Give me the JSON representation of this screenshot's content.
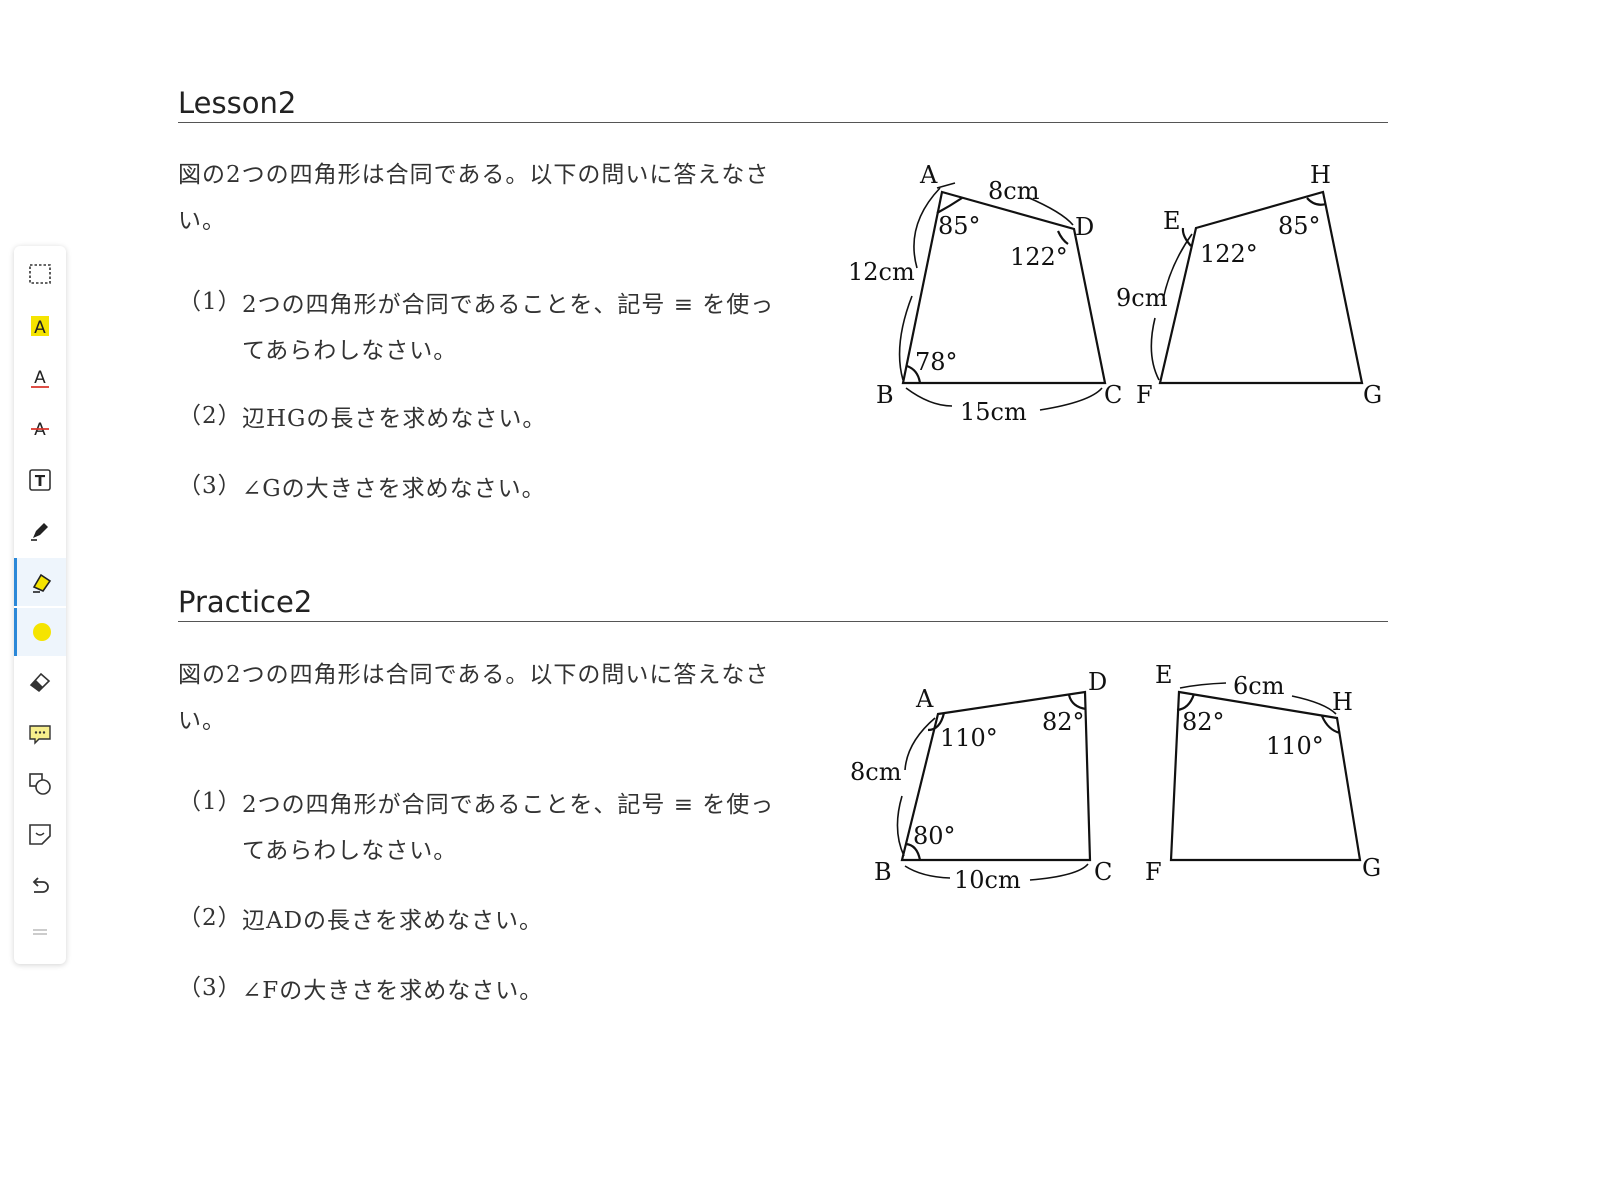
{
  "toolbar": {
    "tools": [
      {
        "name": "select-rect",
        "icon": "dashed-rectangle-icon"
      },
      {
        "name": "highlight-text",
        "icon": "highlight-a-icon"
      },
      {
        "name": "underline-text",
        "icon": "underline-a-icon"
      },
      {
        "name": "strikethrough-text",
        "icon": "strikethrough-a-icon"
      },
      {
        "name": "text-box",
        "icon": "text-box-icon"
      },
      {
        "name": "pen",
        "icon": "pen-icon"
      },
      {
        "name": "highlighter",
        "icon": "highlighter-icon",
        "selected": true
      },
      {
        "name": "color",
        "icon": "yellow-dot-icon",
        "color": "#f5e400"
      },
      {
        "name": "eraser",
        "icon": "eraser-icon"
      },
      {
        "name": "comment",
        "icon": "comment-icon"
      },
      {
        "name": "shapes",
        "icon": "shapes-icon"
      },
      {
        "name": "sticker",
        "icon": "sticker-icon"
      },
      {
        "name": "undo",
        "icon": "undo-icon"
      },
      {
        "name": "more",
        "icon": "drag-handle-icon"
      }
    ],
    "accent": "#2b88d8",
    "highlight_color": "#f5e400"
  },
  "lesson": {
    "title": "Lesson2",
    "intro": [
      "図の2つの四角形は合同である。以下の問いに答えなさ",
      "い。"
    ],
    "questions": [
      {
        "num": "（1）",
        "lines": [
          "2つの四角形が合同であることを、記号 ≡ を使っ",
          "てあらわしなさい。"
        ]
      },
      {
        "num": "（2）",
        "lines": [
          "辺HGの長さを求めなさい。"
        ]
      },
      {
        "num": "（3）",
        "lines": [
          "∠Gの大きさを求めなさい。"
        ]
      }
    ],
    "figure": {
      "labels": {
        "A": "A",
        "B": "B",
        "C": "C",
        "D": "D",
        "E": "E",
        "F": "F",
        "G": "G",
        "H": "H"
      },
      "side_AD": "8cm",
      "side_AB": "12cm",
      "side_BC": "15cm",
      "side_EF": "9cm",
      "angle_A": "85°",
      "angle_D": "122°",
      "angle_B": "78°",
      "angle_E": "122°",
      "angle_H": "85°"
    }
  },
  "practice": {
    "title": "Practice2",
    "intro": [
      "図の2つの四角形は合同である。以下の問いに答えなさ",
      "い。"
    ],
    "questions": [
      {
        "num": "（1）",
        "lines": [
          "2つの四角形が合同であることを、記号 ≡ を使っ",
          "てあらわしなさい。"
        ]
      },
      {
        "num": "（2）",
        "lines": [
          "辺ADの長さを求めなさい。"
        ]
      },
      {
        "num": "（3）",
        "lines": [
          "∠Fの大きさを求めなさい。"
        ]
      }
    ],
    "figure": {
      "labels": {
        "A": "A",
        "B": "B",
        "C": "C",
        "D": "D",
        "E": "E",
        "F": "F",
        "G": "G",
        "H": "H"
      },
      "side_AB": "8cm",
      "side_BC": "10cm",
      "side_EH": "6cm",
      "angle_A": "110°",
      "angle_D": "82°",
      "angle_B": "80°",
      "angle_E": "82°",
      "angle_H": "110°"
    }
  }
}
